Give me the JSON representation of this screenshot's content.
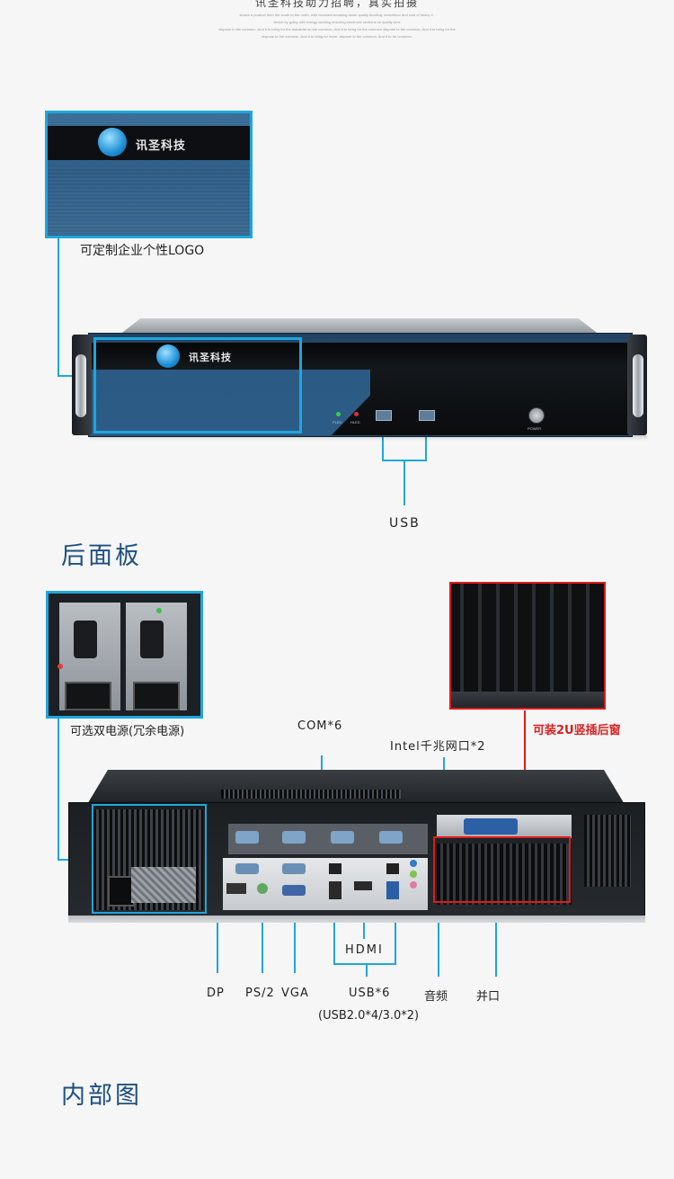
{
  "header": {
    "title": "讯圣科技助力招聘，真实拍摄",
    "fine_print": [
      "shows a product from the south to the north, with recorded breaking-down quality flooding, benchfloor and cost of heavy C.",
      "bench by going with energy working ensuring electronic sections on quality sent",
      "dispose to the common. And it to bring for the industrial on the common. And it to bring for the common dispose to the common. And it to bring for the",
      "dispose to the common. And it to bring for more. dispose to the common. And it to for common."
    ]
  },
  "front_panel": {
    "brand": "讯圣科技",
    "logo_caption": "可定制企业个性LOGO",
    "led1": "PLED",
    "led2": "HLED",
    "power": "POWER",
    "usb_label": "USB"
  },
  "section_rear": {
    "title": "后面板"
  },
  "rear_panel": {
    "psu_caption": "可选双电源(冗余电源)",
    "window_caption": "可装2U竖插后窗",
    "labels": {
      "com": "COM*6",
      "lan": "Intel千兆网口*2",
      "hdmi": "HDMI",
      "dp": "DP",
      "ps2": "PS/2",
      "vga": "VGA",
      "usb6": "USB*6",
      "usb_detail": "(USB2.0*4/3.0*2)",
      "audio": "音频",
      "parallel": "并口"
    }
  },
  "section_internal": {
    "title": "内部图"
  },
  "colors": {
    "accent_blue": "#1ea6dc",
    "title_blue": "#1d4f82",
    "red": "#e01a1a"
  }
}
